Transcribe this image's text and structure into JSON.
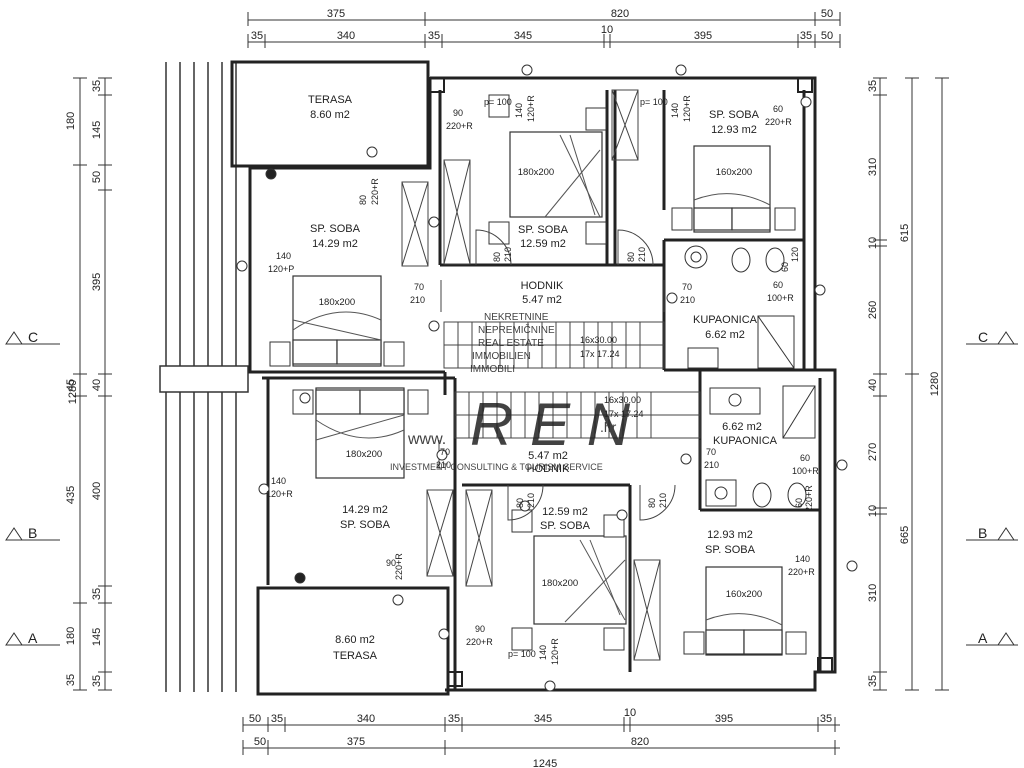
{
  "dimensions": {
    "top_outer": [
      "375",
      "820",
      "50"
    ],
    "top_inner": [
      "35",
      "340",
      "35",
      "345",
      "10",
      "395",
      "35",
      "50"
    ],
    "bottom_inner": [
      "50",
      "35",
      "340",
      "35",
      "345",
      "10",
      "395",
      "35"
    ],
    "bottom_outer": [
      "50",
      "375",
      "820"
    ],
    "bottom_total": "1245",
    "left_outer": [
      "180",
      "45",
      "435",
      "180",
      "35"
    ],
    "left_outer_total": "1280",
    "left_inner": [
      "35",
      "145",
      "50",
      "395",
      "40",
      "400",
      "35",
      "145",
      "35"
    ],
    "right_outer": [
      "615",
      "665"
    ],
    "right_outer_total": "1280",
    "right_inner": [
      "35",
      "310",
      "10",
      "260",
      "40",
      "270",
      "10",
      "310",
      "35"
    ]
  },
  "sections": {
    "C_left": "C",
    "B_left": "B",
    "A_left": "A",
    "C_right": "C",
    "B_right": "B",
    "A_right": "A"
  },
  "rooms": {
    "terasa_top_name": "TERASA",
    "terasa_top_area": "8.60  m2",
    "soba_left_top_name": "SP. SOBA",
    "soba_left_top_area": "14.29  m2",
    "soba_mid_top_name": "SP. SOBA",
    "soba_mid_top_area": "12.59  m2",
    "soba_right_top_name": "SP. SOBA",
    "soba_right_top_area": "12.93  m2",
    "hodnik_top_name": "HODNIK",
    "hodnik_top_area": "5.47  m2",
    "kupaonica_top_name": "KUPAONICA",
    "kupaonica_top_area": "6.62  m2",
    "kupaonica_bottom_name": "KUPAONICA",
    "kupaonica_bottom_area": "6.62  m2",
    "hodnik_bottom_name": "HODNIK",
    "hodnik_bottom_area": "5.47  m2",
    "soba_left_bottom_name": "SP. SOBA",
    "soba_left_bottom_area": "14.29  m2",
    "soba_mid_bottom_name": "SP. SOBA",
    "soba_mid_bottom_area": "12.59  m2",
    "soba_right_bottom_name": "SP. SOBA",
    "soba_right_bottom_area": "12.93  m2",
    "terasa_bottom_name": "TERASA",
    "terasa_bottom_area": "8.60  m2"
  },
  "beds": {
    "b1": "180x200",
    "b2": "160x200",
    "b3": "180x200",
    "b4": "180x200",
    "b5": "180x200",
    "b6": "160x200"
  },
  "stairs": {
    "top_1": "16x30.00",
    "top_2": "17x 17.24",
    "bottom_1": "16x30.00",
    "bottom_2": "17x 17.24"
  },
  "openings": {
    "w_terasa_top_1": "90",
    "w_terasa_top_2": "220+R",
    "w_soba_left_top_1": "80",
    "w_soba_left_top_2": "220+R",
    "w_left_side_1": "140",
    "w_left_side_2": "120+P",
    "w_left_side_b_1": "140",
    "w_left_side_b_2": "120+R",
    "w_p100_a": "p= 100",
    "w_140a_1": "140",
    "w_140a_2": "120+R",
    "w_p100_b": "p= 100",
    "w_140b_1": "140",
    "w_140b_2": "120+R",
    "w_60a_1": "60",
    "w_60a_2": "220+R",
    "w_60b_1": "60",
    "w_60b_2": "100+R",
    "w_60c_1": "60",
    "w_60c_2": "100+R",
    "w_60d_1": "60",
    "w_60d_2": "220+R",
    "w_right_140_1": "140",
    "w_right_140_2": "220+R",
    "w_120_1": "60",
    "w_120_2": "120",
    "w_bot_90_1": "90",
    "w_bot_90_2": "220+R",
    "w_bot_p100": "p= 100",
    "w_bot_140_1": "140",
    "w_bot_140_2": "120+R",
    "w_bot_80a_1": "90",
    "w_bot_80a_2": "220+R"
  },
  "doors": {
    "d1_a": "80",
    "d1_b": "210",
    "d2_a": "80",
    "d2_b": "210",
    "d3_a": "70",
    "d3_b": "210",
    "d4_a": "70",
    "d4_b": "210",
    "d5_a": "70",
    "d5_b": "210",
    "d6_a": "70",
    "d6_b": "210",
    "d7_a": "80",
    "d7_b": "210",
    "d8_a": "80",
    "d8_b": "210"
  },
  "watermark": {
    "line1": "NEKRETNINE",
    "line2": "NEPREMIČNINE",
    "line3": "REAL ESTATE",
    "line4": "IMMOBILIEN",
    "line5": "IMMOBILI",
    "logo": "R E N",
    "url_prefix": "www.",
    "url_suffix": ".hr",
    "tagline": "INVESTMENT CONSULTING & TOURISM SERVICE"
  }
}
